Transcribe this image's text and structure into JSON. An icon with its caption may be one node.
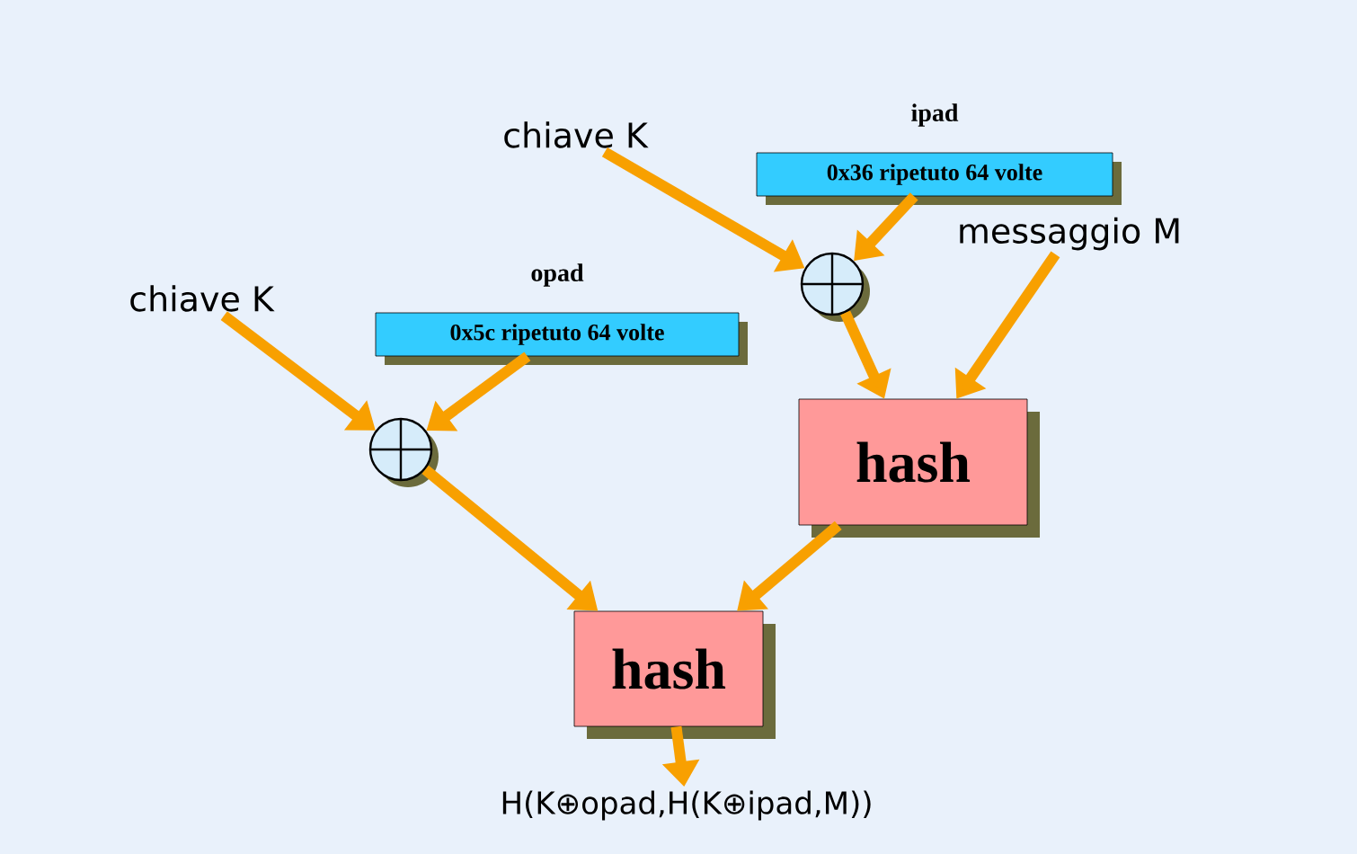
{
  "diagram": {
    "nodes": [
      {
        "text": [
          "chiave K"
        ]
      },
      {
        "text": [
          "ipad",
          "0x36 ripetuto 64 volte"
        ]
      },
      {
        "text": [
          "messaggio M"
        ]
      },
      {
        "text": [
          "chiave K"
        ]
      },
      {
        "text": [
          "opad",
          "0x5c ripetuto 64 volte"
        ]
      },
      {
        "text": [],
        "shape": "circle"
      },
      {
        "text": [],
        "shape": "circle"
      },
      {
        "text": [
          "hash"
        ]
      },
      {
        "text": [
          "hash"
        ]
      },
      {
        "text": [
          "H(K⊕opad,H(K⊕ipad,M))"
        ]
      }
    ],
    "edges": [
      {
        "from": 0,
        "to": 5,
        "arrow": "to"
      },
      {
        "from": 1,
        "to": 5,
        "arrow": "to"
      },
      {
        "from": 2,
        "to": 7,
        "arrow": "to"
      },
      {
        "from": 5,
        "to": 7,
        "arrow": "to"
      },
      {
        "from": 3,
        "to": 6,
        "arrow": "to"
      },
      {
        "from": 4,
        "to": 6,
        "arrow": "to"
      },
      {
        "from": 6,
        "to": 8,
        "arrow": "to"
      },
      {
        "from": 7,
        "to": 8,
        "arrow": "to"
      },
      {
        "from": 8,
        "to": 9,
        "arrow": "to"
      }
    ]
  }
}
